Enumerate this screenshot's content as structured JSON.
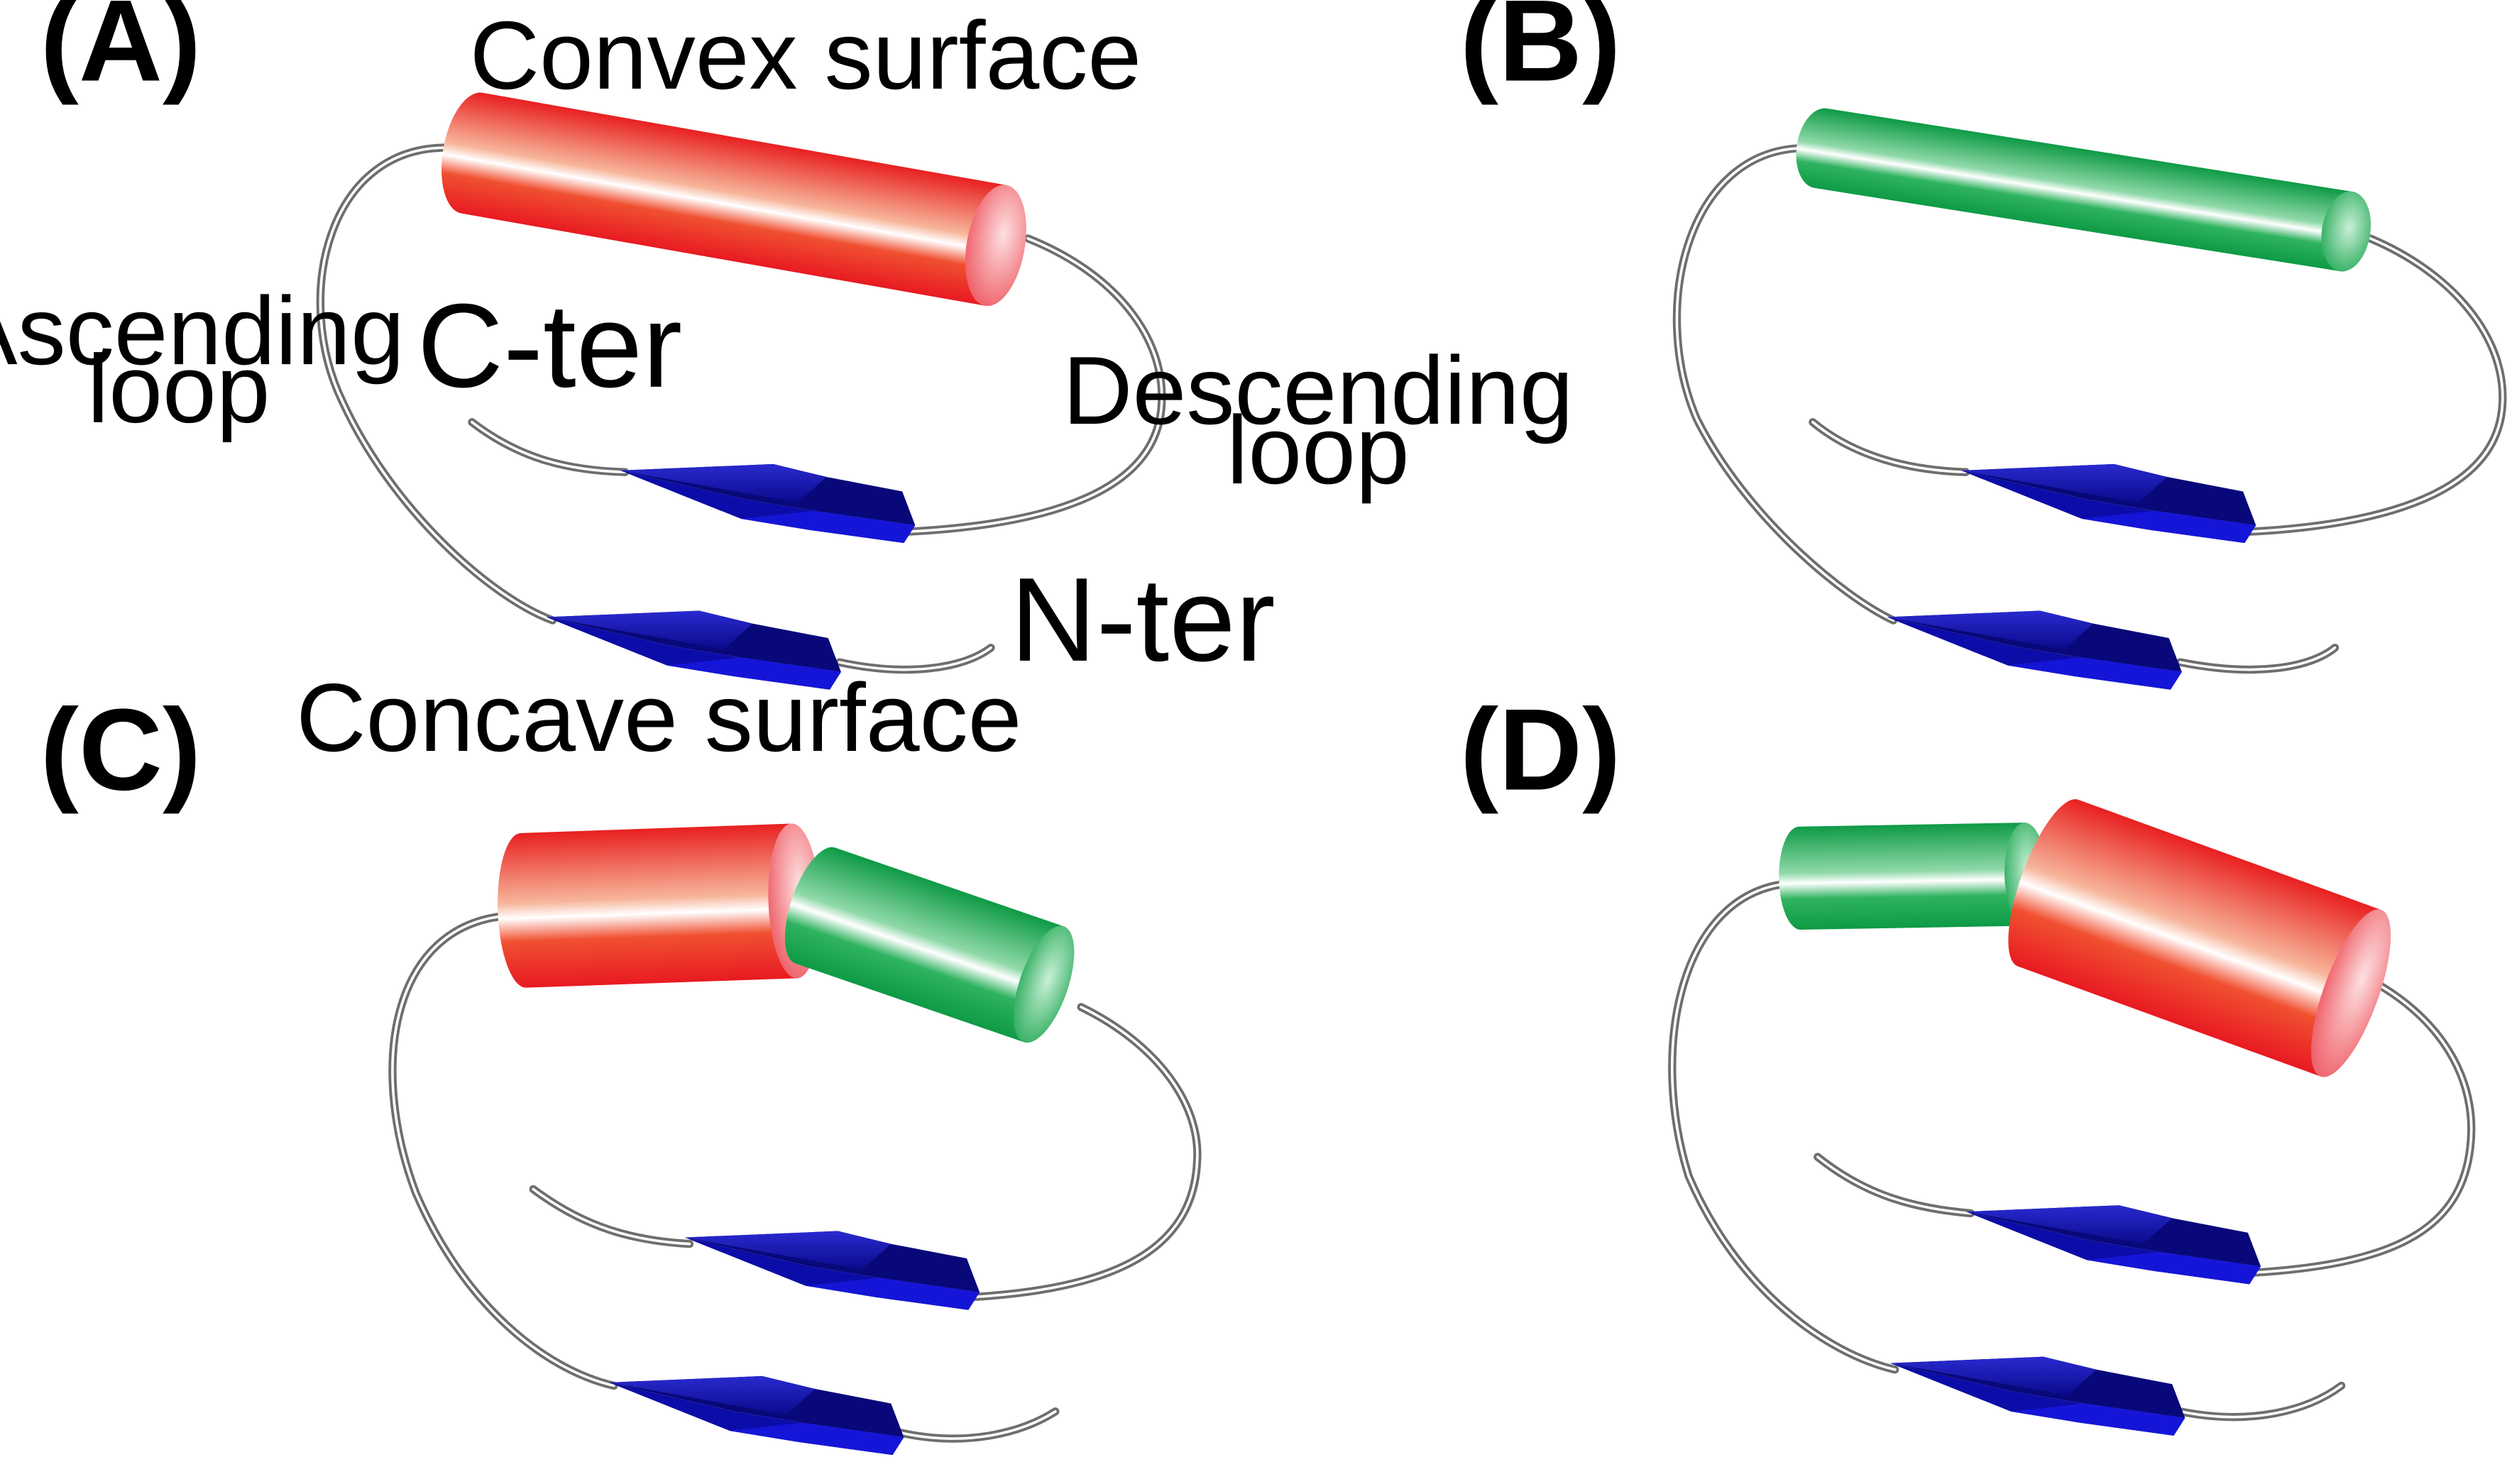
{
  "panels": {
    "a": {
      "letter": "(A)"
    },
    "b": {
      "letter": "(B)"
    },
    "c": {
      "letter": "(C)"
    },
    "d": {
      "letter": "(D)"
    }
  },
  "annotations": {
    "convex_surface": "Convex surface",
    "concave_surface": "Concave surface",
    "ascending_loop_line1": "Ascending",
    "ascending_loop_line2": "loop",
    "descending_loop_line1": "Descending",
    "descending_loop_line2": "loop",
    "c_terminus": "C-ter",
    "n_terminus": "N-ter"
  },
  "colors": {
    "helix_red": "#e8202a",
    "helix_green": "#13a04a",
    "strand_blue": "#0a0ab8",
    "loop_gray": "#7a7a7a",
    "background": "#ffffff"
  }
}
